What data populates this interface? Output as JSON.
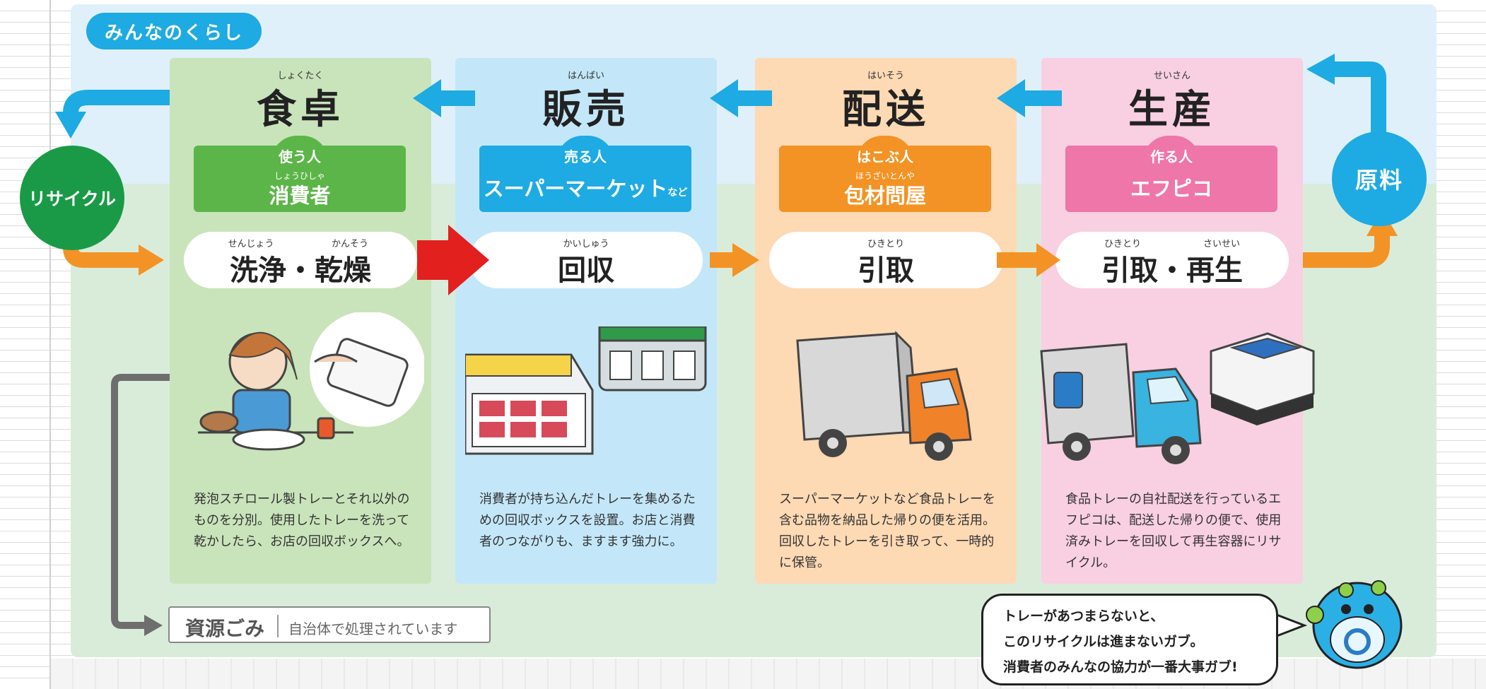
{
  "title": "みんなのくらし",
  "recycle_label": "リサイクル",
  "raw_material_label": "原料",
  "stages": [
    {
      "title_ruby": "しょくたく",
      "title": "食卓",
      "actor_role": "使う人",
      "actor_ruby": "しょうひしゃ",
      "actor_name": "消費者",
      "actor_suffix": "",
      "action_ruby_1": "せんじょう",
      "action_ruby_2": "かんそう",
      "action": "洗浄・乾燥",
      "description": "発泡スチロール製トレーとそれ以外のものを分別。使用したトレーを洗って乾かしたら、お店の回収ボックスへ。",
      "color": "#5cb548"
    },
    {
      "title_ruby": "はんばい",
      "title": "販売",
      "actor_role": "売る人",
      "actor_ruby": "",
      "actor_name": "スーパーマーケット",
      "actor_suffix": "など",
      "action_ruby_1": "かいしゅう",
      "action_ruby_2": "",
      "action": "回収",
      "description": "消費者が持ち込んだトレーを集めるための回収ボックスを設置。お店と消費者のつながりも、ますます強力に。",
      "color": "#1eaae3"
    },
    {
      "title_ruby": "はいそう",
      "title": "配送",
      "actor_role": "はこぶ人",
      "actor_ruby": "ほうざいとんや",
      "actor_name": "包材問屋",
      "actor_suffix": "",
      "action_ruby_1": "ひきとり",
      "action_ruby_2": "",
      "action": "引取",
      "description": "スーパーマーケットなど食品トレーを含む品物を納品した帰りの便を活用。回収したトレーを引き取って、一時的に保管。",
      "color": "#f39325"
    },
    {
      "title_ruby": "せいさん",
      "title": "生産",
      "actor_role": "作る人",
      "actor_ruby": "",
      "actor_name": "エフピコ",
      "actor_suffix": "",
      "action_ruby_1": "ひきとり",
      "action_ruby_2": "さいせい",
      "action": "引取・再生",
      "description": "食品トレーの自社配送を行っているエフピコは、配送した帰りの便で、使用済みトレーを回収して再生容器にリサイクル。",
      "color": "#ee76a9"
    }
  ],
  "waste": {
    "title": "資源ごみ",
    "note": "自治体で処理されています"
  },
  "speech_bubble": [
    "トレーがあつまらないと、",
    "このリサイクルは進まないガブ。",
    "消費者のみんなの協力が一番大事ガブ!"
  ],
  "colors": {
    "blue_arrow": "#1eaae3",
    "orange_arrow": "#f39325",
    "red_arrow": "#e2201e",
    "gray_line": "#6e6e6e"
  }
}
